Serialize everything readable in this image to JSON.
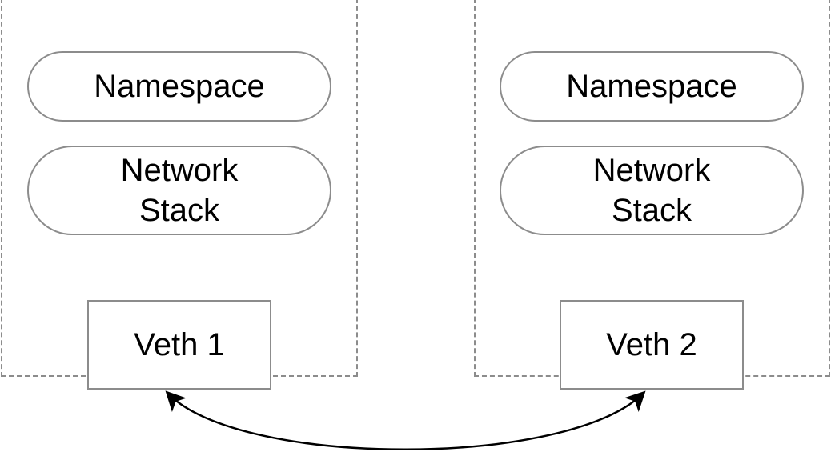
{
  "namespaces": [
    {
      "id": "left",
      "namespace_label": "Namespace",
      "stack_label_line1": "Network",
      "stack_label_line2": "Stack",
      "veth_label": "Veth 1"
    },
    {
      "id": "right",
      "namespace_label": "Namespace",
      "stack_label_line1": "Network",
      "stack_label_line2": "Stack",
      "veth_label": "Veth 2"
    }
  ],
  "link": {
    "type": "bidirectional-arrow",
    "stroke_color": "#000000"
  },
  "colors": {
    "border": "#8c8c8c",
    "text": "#000000",
    "background": "#ffffff"
  }
}
